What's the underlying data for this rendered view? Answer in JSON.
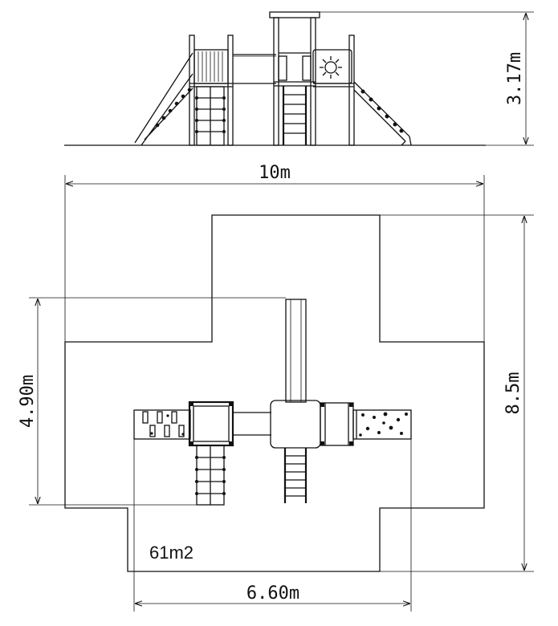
{
  "dimensions": {
    "height": "3.17m",
    "width_total": "10m",
    "depth_total": "8.5m",
    "depth_equipment": "4.90m",
    "width_equipment": "6.60m"
  },
  "area_label": "61m2",
  "colors": {
    "line": "#111111",
    "background": "#ffffff"
  }
}
